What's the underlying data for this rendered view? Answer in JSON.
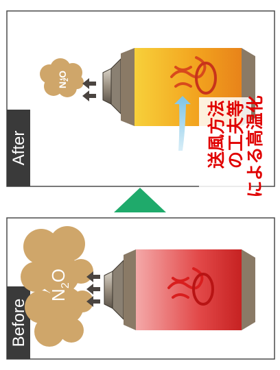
{
  "panels": {
    "after": {
      "tab_label": "After",
      "gas_label_main": "N",
      "gas_label_sub": "2",
      "gas_label_end": "O"
    },
    "before": {
      "tab_label": "Before",
      "gas_label_main": "N",
      "gas_label_sub": "2",
      "gas_label_end": "O"
    }
  },
  "annotation": {
    "line1": "送風方法",
    "line2": "の工夫等",
    "line3": "による高温化"
  },
  "colors": {
    "tab_bg": "#3a3a3a",
    "arrow_green": "#1faa6b",
    "annotation_red": "#e00000",
    "gas_cloud": "#cfa66a",
    "flame": "#e02a2a"
  }
}
